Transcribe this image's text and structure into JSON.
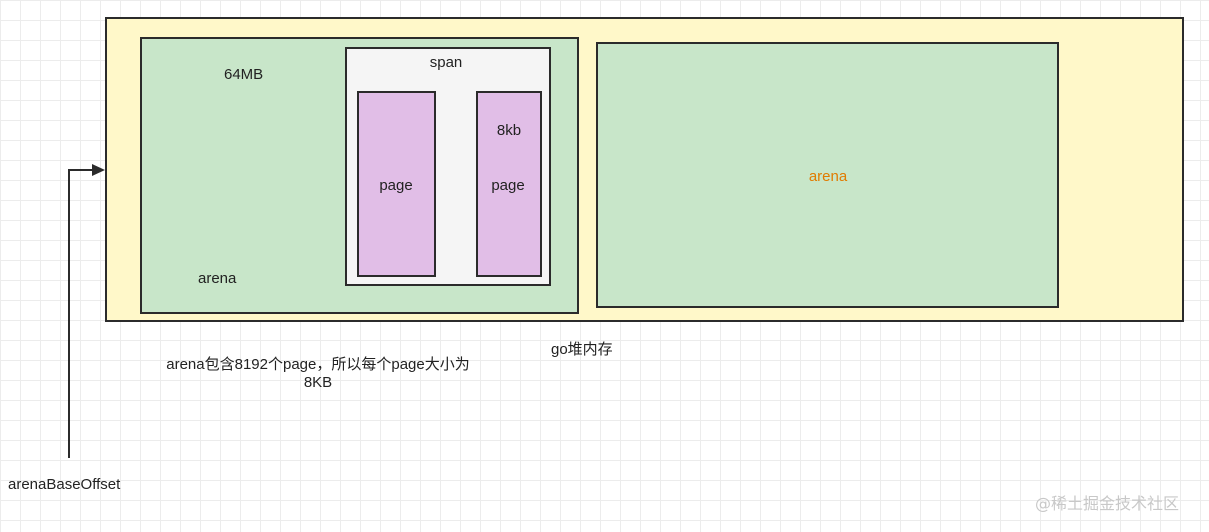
{
  "diagram": {
    "heap_label": "go堆内存",
    "arena_left": {
      "size_label": "64MB",
      "name_label": "arena",
      "span": {
        "label": "span",
        "pages": [
          {
            "label": "page",
            "size_label": ""
          },
          {
            "label": "page",
            "size_label": "8kb"
          }
        ]
      }
    },
    "arena_right": {
      "label": "arena"
    },
    "note": "arena包含8192个page，所以每个page大小为8KB",
    "pointer_label": "arenaBaseOffset",
    "watermark": "@稀土掘金技术社区",
    "colors": {
      "heap_fill": "#fff8c9",
      "arena_fill": "#c8e6c9",
      "span_fill": "#f5f5f5",
      "page_fill": "#e1bee7",
      "right_arena_text": "#e07b00"
    }
  }
}
